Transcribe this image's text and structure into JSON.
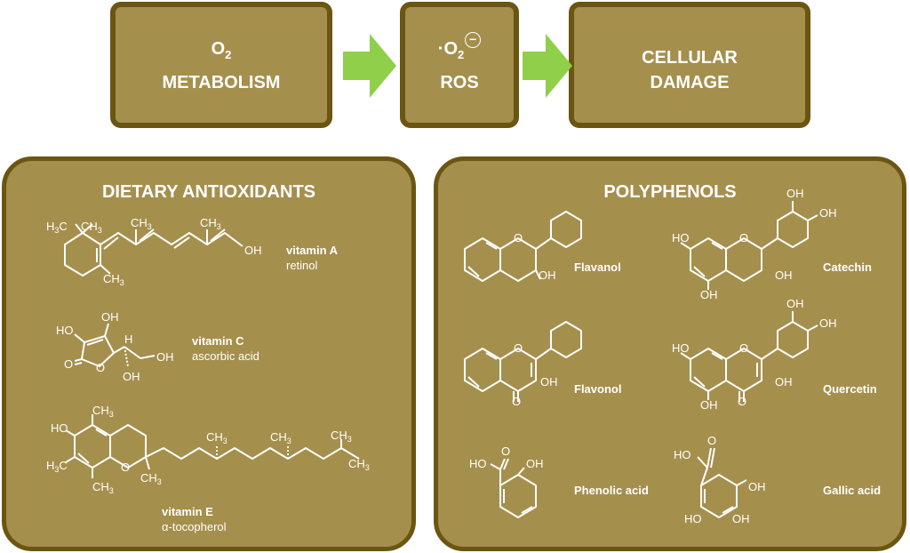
{
  "flow": {
    "box1": {
      "line1": "O",
      "sub": "2",
      "line2": "METABOLISM"
    },
    "box2": {
      "dot": "·",
      "line1": "O",
      "sub": "2",
      "sup": "−",
      "line2": "ROS"
    },
    "box3": {
      "line1": "CELLULAR",
      "line2": "DAMAGE"
    }
  },
  "dietary": {
    "title": "DIETARY ANTIOXIDANTS",
    "vitA": {
      "name": "vitamin A",
      "desc": "retinol"
    },
    "vitC": {
      "name": "vitamin C",
      "desc": "ascorbic acid"
    },
    "vitE": {
      "name": "vitamin E",
      "desc": "α-tocopherol"
    }
  },
  "polyphenols": {
    "title": "POLYPHENOLS",
    "flavanol": "Flavanol",
    "catechin": "Catechin",
    "flavonol": "Flavonol",
    "quercetin": "Quercetin",
    "phenolic": "Phenolic acid",
    "gallic": "Gallic acid"
  },
  "atoms": {
    "OH": "OH",
    "HO": "HO",
    "O": "O",
    "H": "H",
    "CH3": "CH",
    "H3C": "H",
    "three": "3",
    "C": "C"
  },
  "colors": {
    "box_fill": "#a58f4d",
    "box_border": "#6b5512",
    "arrow": "#8fcf4a"
  }
}
